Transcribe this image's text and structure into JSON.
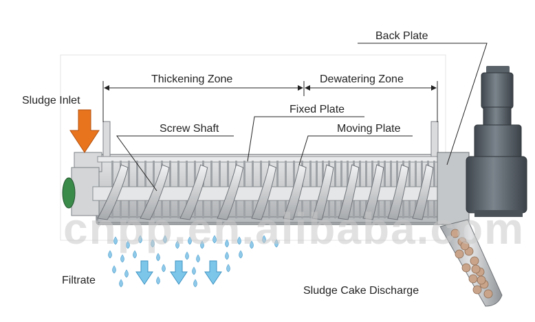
{
  "labels": {
    "back_plate": "Back Plate",
    "thickening_zone": "Thickening Zone",
    "dewatering_zone": "Dewatering Zone",
    "sludge_inlet": "Sludge Inlet",
    "fixed_plate": "Fixed Plate",
    "screw_shaft": "Screw Shaft",
    "moving_plate": "Moving Plate",
    "filtrate": "Filtrate",
    "sludge_cake_discharge": "Sludge Cake Discharge"
  },
  "watermark": "cnpp.en.alibaba.com",
  "colors": {
    "inlet_arrow": "#e8741e",
    "filtrate_arrow": "#7cc6ea",
    "drop": "#8ec9ea",
    "motor": "#5b646c",
    "machine_body": "#cfd1d3",
    "cake": "#c9a48a",
    "green_flange": "#3a8a4a"
  },
  "icons": {
    "inlet": "down-arrow-icon",
    "filtrate": "down-arrow-icon",
    "drop": "water-drop-icon"
  }
}
